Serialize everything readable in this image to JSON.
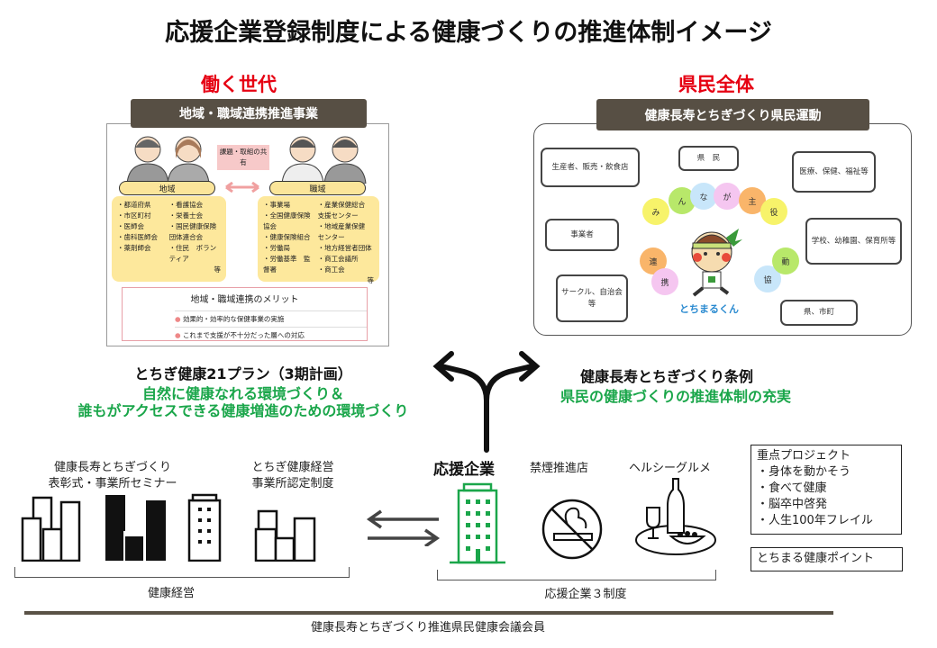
{
  "title": "応援企業登録制度による健康づくりの推進体制イメージ",
  "left": {
    "heading": "働く世代",
    "label": "地域・職域連携推進事業",
    "share": "課題・取組の共有",
    "region": {
      "title": "地域",
      "col1": [
        "・都道府県",
        "・市区町村",
        "・医師会",
        "・歯科医師会",
        "・薬剤師会"
      ],
      "col2": [
        "・看護協会",
        "・栄養士会",
        "・国民健康保険　団体連合会",
        "・住民　ボランティア"
      ],
      "etc": "等"
    },
    "work": {
      "title": "職域",
      "col1": [
        "・事業場",
        "・全国健康保険　協会",
        "・健康保険組合",
        "・労働局",
        "・労働基準　監督署"
      ],
      "col2": [
        "・産業保健総合　支援センター",
        "・地域産業保健　センター",
        "・地方経営者団体",
        "・商工会議所",
        "・商工会"
      ],
      "etc": "等"
    },
    "merit": {
      "title": "地域・職域連携のメリット",
      "items": [
        "効果的・効率的な保健事業の実施",
        "これまで支援が不十分だった層への対応"
      ]
    }
  },
  "right": {
    "heading": "県民全体",
    "label": "健康長寿とちぎづくり県民運動",
    "boxes": [
      "生産者、販売・飲食店",
      "県　民",
      "医療、保健、福祉等",
      "事業者",
      "学校、幼稚園、保育所等",
      "サークル、自治会等",
      "県、市町"
    ],
    "bubbles": [
      "み",
      "ん",
      "な",
      "が",
      "主",
      "役",
      "連",
      "携",
      "協",
      "動"
    ],
    "mascot": "とちまるくん"
  },
  "plan": {
    "title": "とちぎ健康21プラン（3期計画）",
    "line1": "自然に健康なれる環境づくり＆",
    "line2": "誰もがアクセスできる健康増進のための環境づくり"
  },
  "ordinance": {
    "title": "健康長寿とちぎづくり条例",
    "line1": "県民の健康づくりの推進体制の充実"
  },
  "bottom": {
    "award": [
      "健康長寿とちぎづくり",
      "表彰式・事業所セミナー"
    ],
    "cert": [
      "とちぎ健康経営",
      "事業所認定制度"
    ],
    "health_mgmt": "健康経営",
    "support": "応援企業",
    "nosmoke": "禁煙推進店",
    "gourmet": "ヘルシーグルメ",
    "three": "応援企業３制度",
    "project": [
      "重点プロジェクト",
      "・身体を動かそう",
      "・食べて健康",
      "・脳卒中啓発",
      "・人生100年フレイル"
    ],
    "points": "とちまる健康ポイント",
    "council": "健康長寿とちぎづくり推進県民健康会議会員"
  }
}
